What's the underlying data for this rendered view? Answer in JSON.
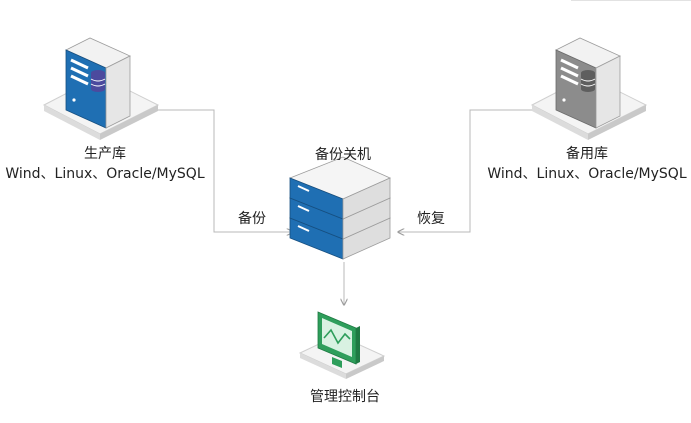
{
  "nodes": {
    "production": {
      "title": "生产库",
      "platforms": "Wind、Linux、Oracle/MySQL",
      "icon": "server-tower-icon",
      "accent": "#1f6fb3"
    },
    "backup_appliance": {
      "title": "备份关机",
      "icon": "rack-server-icon",
      "accent": "#1f6fb3"
    },
    "standby": {
      "title": "备用库",
      "platforms": "Wind、Linux、Oracle/MySQL",
      "icon": "server-tower-icon",
      "accent": "#8a8a8a"
    },
    "console": {
      "title": "管理控制台",
      "icon": "monitor-icon",
      "accent": "#2e9e5b"
    }
  },
  "edges": {
    "backup": {
      "label": "备份"
    },
    "restore": {
      "label": "恢复"
    }
  },
  "colors": {
    "line": "#b5b5b5",
    "platform_top": "#f3f3f3",
    "platform_side": "#d9d9d9"
  }
}
